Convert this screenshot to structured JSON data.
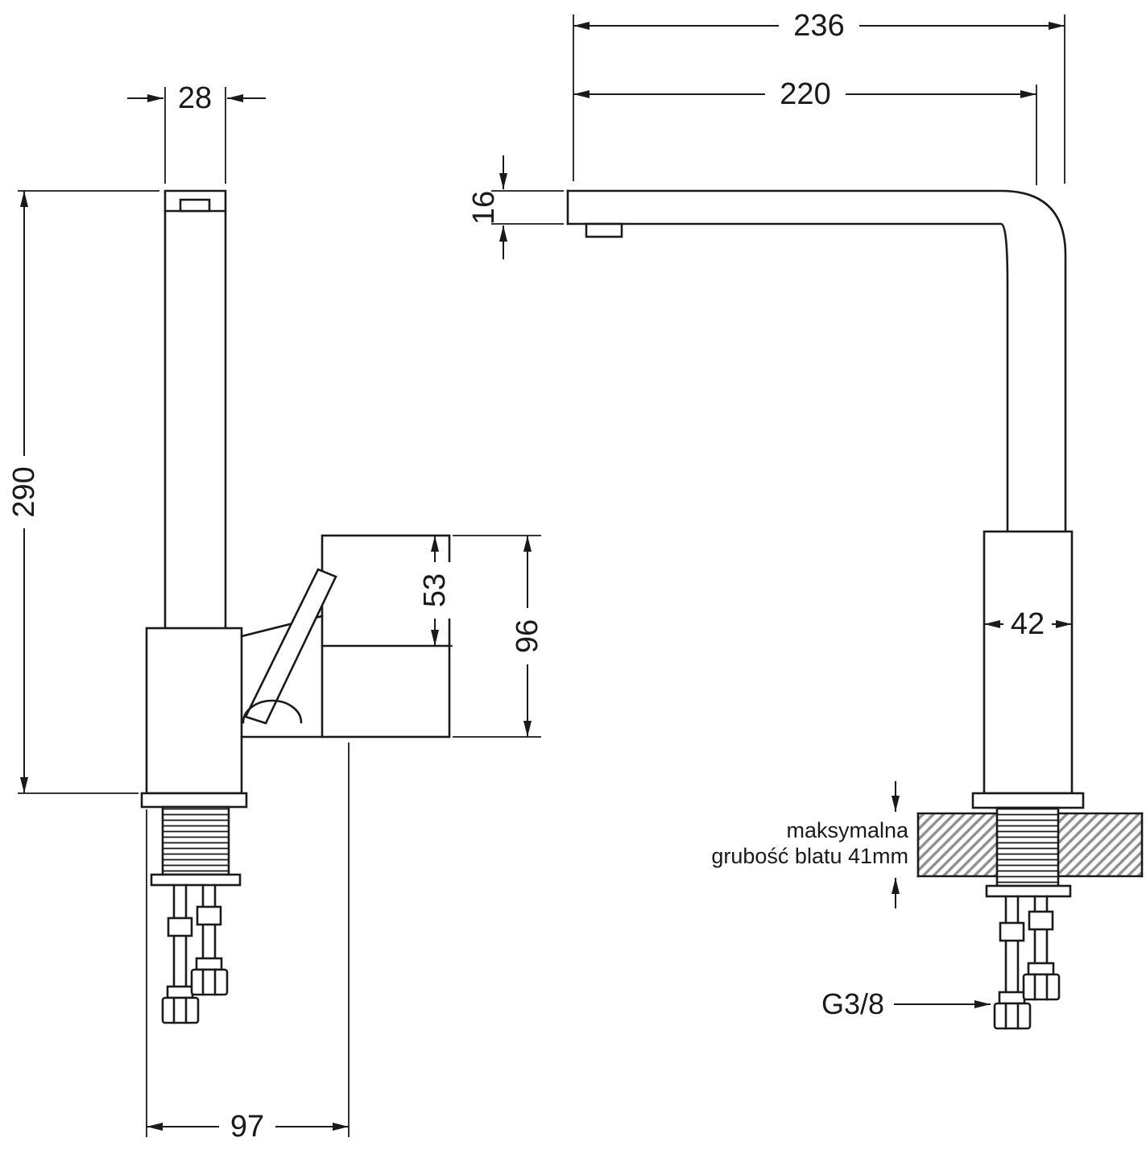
{
  "meta": {
    "drawing_type": "kitchen faucet technical dimension drawing",
    "line_color": "#1a1a1a",
    "hatch_color": "#8f8f8f",
    "background_color": "#ffffff"
  },
  "left_view": {
    "dim_width_top": "28",
    "dim_height": "290",
    "dim_handle_upper": "53",
    "dim_handle_total": "96",
    "dim_base_depth": "97"
  },
  "right_view": {
    "dim_reach_total": "236",
    "dim_reach": "220",
    "dim_spout_thickness": "16",
    "dim_body_width": "42",
    "counter_note_line1": "maksymalna",
    "counter_note_line2": "grubość blatu 41mm",
    "thread_label": "G3/8"
  }
}
